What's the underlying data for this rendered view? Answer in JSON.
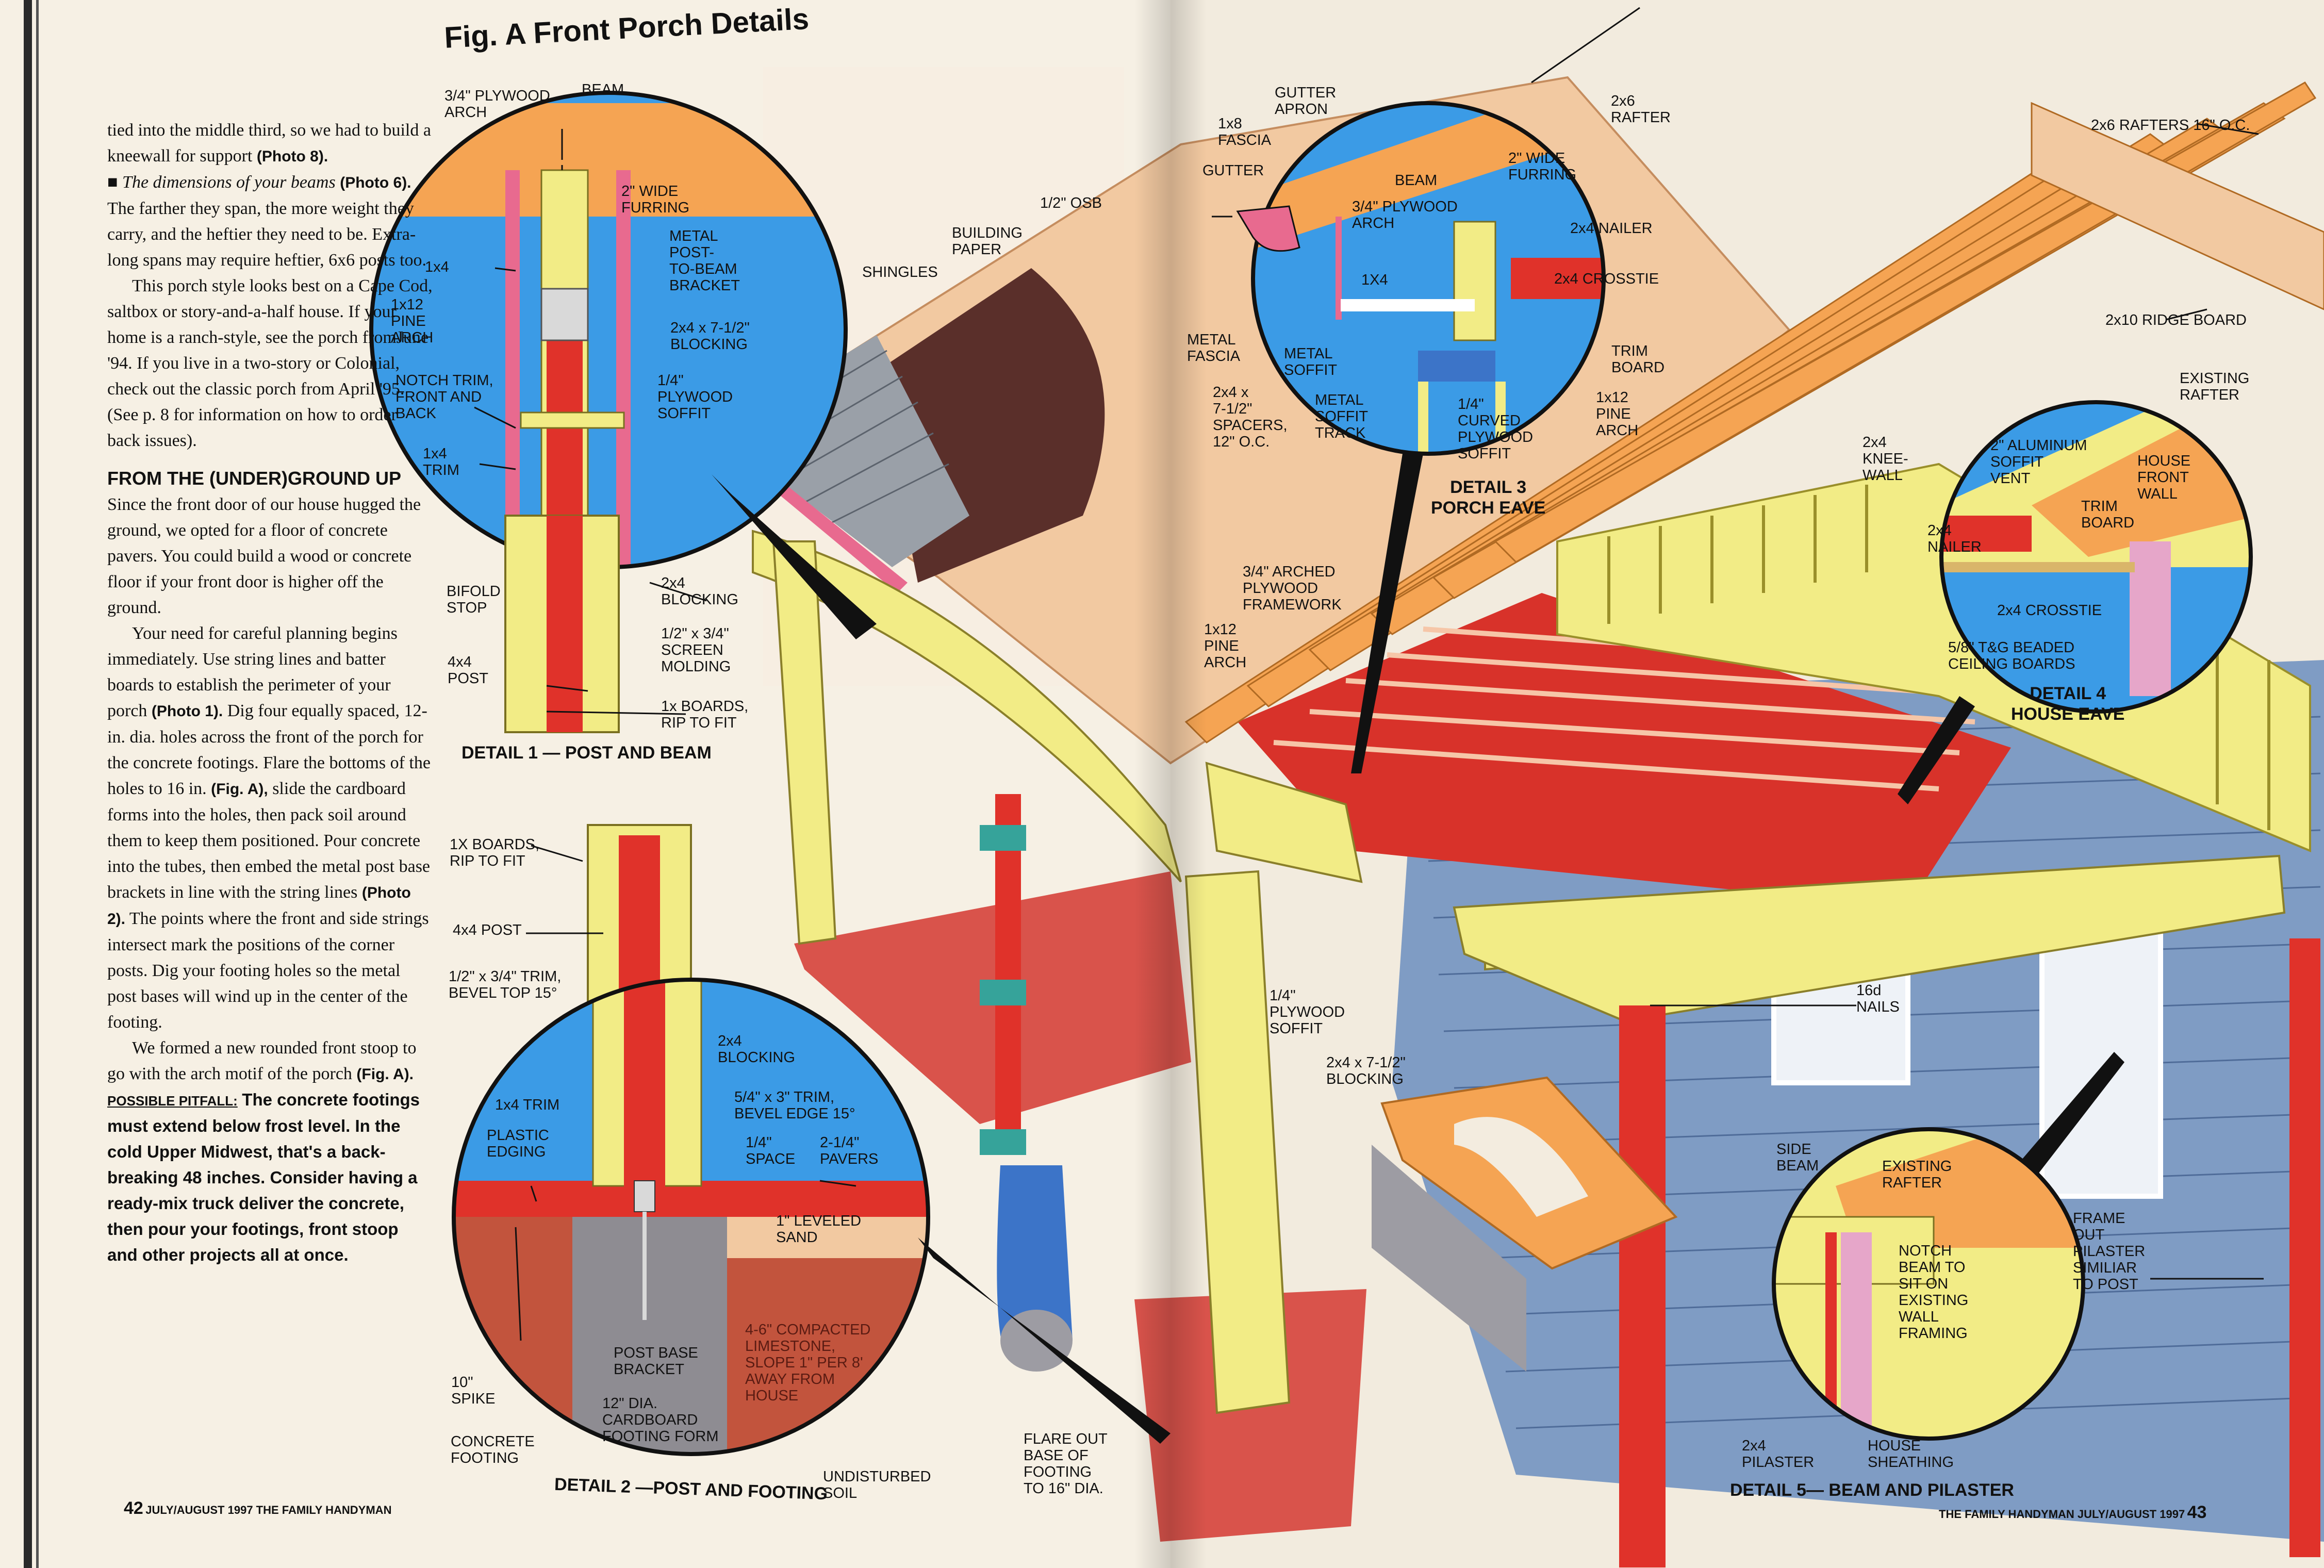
{
  "figure_title": "Fig.  A  Front Porch Details",
  "body": {
    "p1": "tied into the middle third, so we had to build a kneewall for support",
    "p1_ref": "(Photo 8).",
    "p2_bullet": "■",
    "p2_italic": "The dimensions of your beams",
    "p2_ref": "(Photo 6).",
    "p2_rest": "The farther they span, the more weight they carry, and the heftier they need to be. Extra-long spans may require heftier, 6x6 posts too.",
    "p3": "This porch style looks best on a Cape Cod, saltbox or story-and-a-half house. If your home is a ranch-style, see the porch fromJune '94. If you live in a two-story or Colonial, check out the classic porch from April '95. (See p. 8 for information on how to order back issues).",
    "heading": "FROM THE (UNDER)GROUND UP",
    "p4": "Since the front door of our house hugged the ground, we opted for a floor of concrete pavers. You could build a wood or concrete floor if your front door is higher off the ground.",
    "p5a": "Your need for careful planning begins immediately. Use string lines and batter boards to establish the perimeter of your porch",
    "p5_ref1": "(Photo 1).",
    "p5b": "Dig four equally spaced, 12-in. dia. holes across the front of the porch for the concrete footings. Flare the bottoms of the holes to 16 in.",
    "p5_ref2": "(Fig. A),",
    "p5c": "slide the cardboard forms into the holes, then pack soil around them to keep them positioned. Pour concrete into the tubes, then embed the metal post base brackets in line with the string lines",
    "p5_ref3": "(Photo 2).",
    "p5d": "The points where the front and side strings intersect mark the positions of the corner posts. Dig your footing holes so the metal post bases will wind up in the center of the footing.",
    "p6a": "We formed a new rounded front stoop to go with the arch motif of the porch",
    "p6_ref": "(Fig. A).",
    "pitfall_label": "POSSIBLE PITFALL:",
    "pitfall_text": "The concrete footings must extend below frost level. In the cold Upper Midwest, that's a back-breaking 48 inches. Consider having a ready-mix truck deliver the concrete, then pour your footings, front stoop and other projects all at once."
  },
  "folio_left": {
    "number": "42",
    "text": "JULY/AUGUST 1997  THE FAMILY HANDYMAN"
  },
  "folio_right": {
    "number": "43",
    "text": "THE FAMILY HANDYMAN  JULY/AUGUST 1997"
  },
  "captions": {
    "detail1": "DETAIL 1 — POST AND BEAM",
    "detail2": "DETAIL 2 —POST AND FOOTING",
    "detail3": "DETAIL 3\nPORCH EAVE",
    "detail4": "DETAIL 4\nHOUSE EAVE",
    "detail5": "DETAIL 5— BEAM AND PILASTER"
  },
  "labels": {
    "d1_plywood_arch": "3/4\" PLYWOOD\nARCH",
    "d1_beam": "BEAM",
    "d1_furring": "2\" WIDE\nFURRING",
    "d1_1x4": "1x4",
    "d1_bracket": "METAL\nPOST-\nTO-BEAM\nBRACKET",
    "d1_pine_arch": "1x12\nPINE\nARCH",
    "d1_blocking": "2x4 x 7-1/2\"\nBLOCKING",
    "d1_notch": "NOTCH TRIM,\nFRONT AND\nBACK",
    "d1_soffit": "1/4\"\nPLYWOOD\nSOFFIT",
    "d1_trim": "1x4\nTRIM",
    "d1_bifold": "BIFOLD\nSTOP",
    "d1_2x4_blocking": "2x4\nBLOCKING",
    "d1_post": "4x4\nPOST",
    "d1_screen": "1/2\" x 3/4\"\nSCREEN\nMOLDING",
    "d1_boards": "1x BOARDS,\nRIP TO FIT",
    "d2_boards": "1X BOARDS,\nRIP TO FIT",
    "d2_post": "4x4 POST",
    "d2_trim": "1/2\" x 3/4\" TRIM,\nBEVEL TOP 15°",
    "d2_blocking": "2x4\nBLOCKING",
    "d2_1x4_trim": "1x4 TRIM",
    "d2_bevel": "5/4\" x 3\" TRIM,\nBEVEL EDGE 15°",
    "d2_edging": "PLASTIC\nEDGING",
    "d2_space": "1/4\"\nSPACE",
    "d2_pavers": "2-1/4\"\nPAVERS",
    "d2_sand": "1\" LEVELED\nSAND",
    "d2_limestone": "4-6\" COMPACTED\nLIMESTONE,\nSLOPE 1\" PER 8'\nAWAY FROM\nHOUSE",
    "d2_bracket": "POST BASE\nBRACKET",
    "d2_spike": "10\"\nSPIKE",
    "d2_form": "12\" DIA.\nCARDBOARD\nFOOTING FORM",
    "d2_footing": "CONCRETE\nFOOTING",
    "d2_soil": "UNDISTURBED\nSOIL",
    "osb": "1/2\" OSB",
    "building_paper": "BUILDING\nPAPER",
    "shingles": "SHINGLES",
    "flare": "FLARE OUT\nBASE OF\nFOOTING\nTO 16\" DIA.",
    "arched_framework": "3/4\" ARCHED\nPLYWOOD\nFRAMEWORK",
    "pine_arch": "1x12\nPINE\nARCH",
    "soffit_main": "1/4\"\nPLYWOOD\nSOFFIT",
    "blocking_main": "2x4 x 7-1/2\"\nBLOCKING",
    "nails": "16d\nNAILS",
    "kneewall": "2x4\nKNEE-\nWALL",
    "rafters": "2x6 RAFTERS 16\" O.C.",
    "ridge": "2x10 RIDGE BOARD",
    "existing_rafter": "EXISTING\nRAFTER",
    "d3_gutter_apron": "GUTTER\nAPRON",
    "d3_fascia": "1x8\nFASCIA",
    "d3_rafter": "2x6\nRAFTER",
    "d3_gutter": "GUTTER",
    "d3_beam": "BEAM",
    "d3_furring": "2\" WIDE\nFURRING",
    "d3_arch": "3/4\" PLYWOOD\nARCH",
    "d3_nailer": "2x4 NAILER",
    "d3_1x4": "1X4",
    "d3_crosstie": "2x4 CROSSTIE",
    "d3_metal_fascia": "METAL\nFASCIA",
    "d3_metal_soffit": "METAL\nSOFFIT",
    "d3_trim_board": "TRIM\nBOARD",
    "d3_soffit_track": "METAL\nSOFFIT\nTRACK",
    "d3_curved": "1/4\"\nCURVED\nPLYWOOD\nSOFFIT",
    "d3_pine_arch": "1x12\nPINE\nARCH",
    "d3_spacers": "2x4 x\n7-1/2\"\nSPACERS,\n12\" O.C.",
    "d4_vent": "2\" ALUMINUM\nSOFFIT\nVENT",
    "d4_front_wall": "HOUSE\nFRONT\nWALL",
    "d4_trim_board": "TRIM\nBOARD",
    "d4_nailer": "2x4\nNAILER",
    "d4_crosstie": "2x4 CROSSTIE",
    "d4_ceiling": "5/8\" T&G BEADED\nCEILING BOARDS",
    "d5_side_beam": "SIDE\nBEAM",
    "d5_existing_rafter": "EXISTING\nRAFTER",
    "d5_notch": "NOTCH\nBEAM TO\nSIT ON\nEXISTING\nWALL\nFRAMING",
    "d5_frame": "FRAME\nOUT\nPILASTER\nSIMILIAR\nTO POST",
    "d5_pilaster": "2x4\nPILASTER",
    "d5_sheathing": "HOUSE\nSHEATHING"
  },
  "colors": {
    "sky_blue": "#3b9be6",
    "lumber_yellow": "#f2ec86",
    "post_red": "#e0322a",
    "beam_orange": "#f3a35c",
    "osb_tan": "#f2c9a1",
    "siding_blue": "#7f9cc4",
    "paper_brown": "#5a2f2a",
    "shingle_gray": "#9aa0a8",
    "soil_red": "#c2543d",
    "concrete_gray": "#8e8c92",
    "teal_bracket": "#36a39a"
  }
}
